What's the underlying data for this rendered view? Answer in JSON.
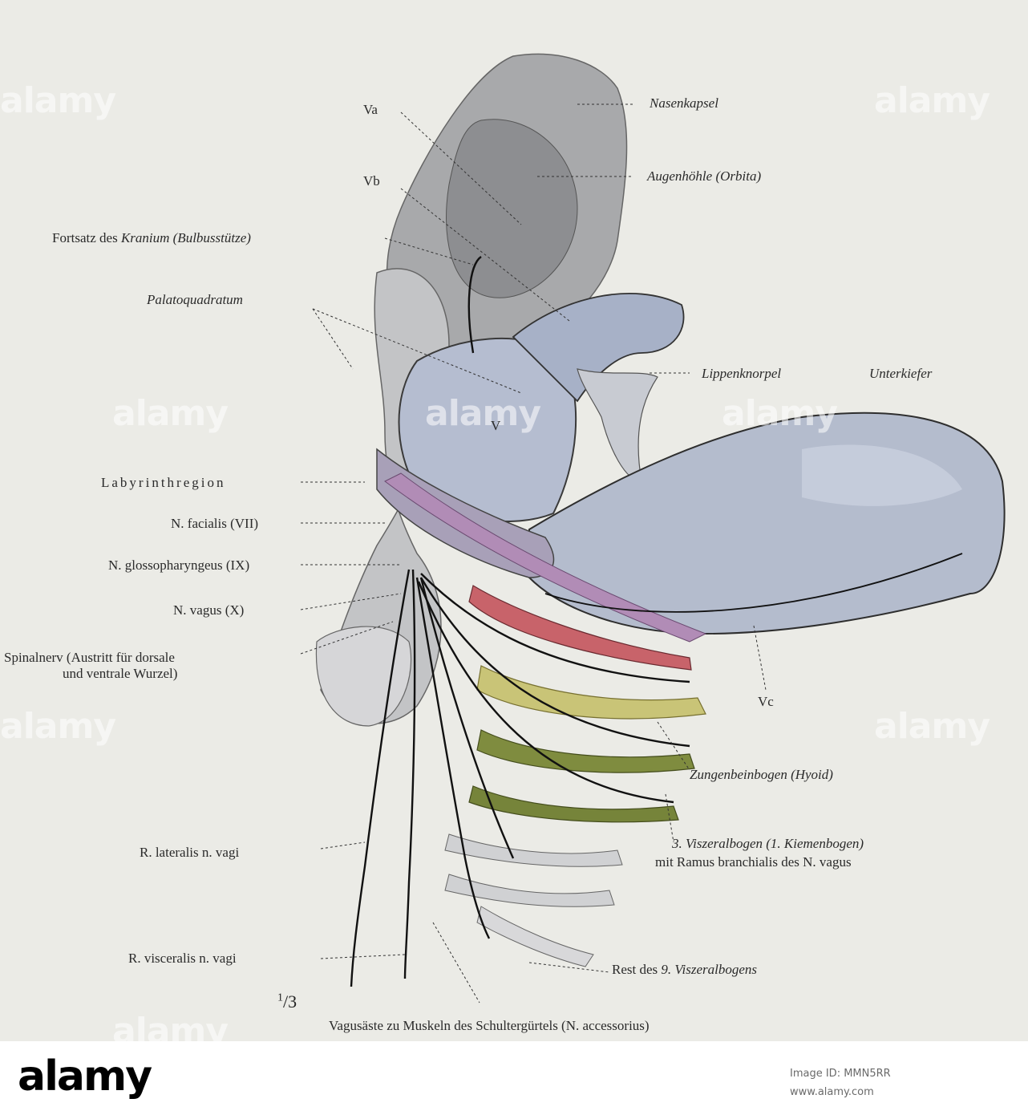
{
  "labels": {
    "va": "Va",
    "vb": "Vb",
    "nasenkapsel": "Nasenkapsel",
    "augenhoehle": "Augenhöhle (Orbita)",
    "fortsatz_prefix": "Fortsatz des ",
    "fortsatz_italic": "Kranium (Bulbusstütze)",
    "palatoquadratum": "Palatoquadratum",
    "lippenknorpel": "Lippenknorpel",
    "unterkiefer": "Unterkiefer",
    "v": "V",
    "labyrinthregion": "Labyrinthregion",
    "facialis": "N. facialis (VII)",
    "glossopharyngeus": "N. glossopharyngeus (IX)",
    "vagus": "N. vagus (X)",
    "spinalnerv_1": "Spinalnerv (Austritt für dorsale",
    "spinalnerv_2": "und ventrale Wurzel)",
    "vc": "Vc",
    "zungenbeinbogen": "Zungenbeinbogen (Hyoid)",
    "visceral3_1": "3. Viszeralbogen (1. Kiemenbogen)",
    "visceral3_2": "mit Ramus branchialis des N. vagus",
    "lateralis": "R. lateralis n. vagi",
    "visceralis": "R. visceralis n. vagi",
    "rest_prefix": "Rest des ",
    "rest_italic": "9. Viszeralbogens",
    "vagusaeste": "Vagusäste zu Muskeln des Schultergürtels (N. accessorius)"
  },
  "scale": {
    "numerator": "1",
    "denominator": "3"
  },
  "watermark": {
    "text": "alamy"
  },
  "footer": {
    "logo": "alamy",
    "image_id": "Image ID: MMN5RR",
    "url": "www.alamy.com"
  },
  "colors": {
    "background": "#ebebe6",
    "cartilage": "#b7c0d1",
    "cartilage_dark": "#5c5f66",
    "facial_nerve": "#b18cb6",
    "glossopharyngeal_arch": "#c8636a",
    "hyoid_arch": "#c9c477",
    "gill_arch": "#7f8c3f",
    "nerve": "#111111"
  }
}
